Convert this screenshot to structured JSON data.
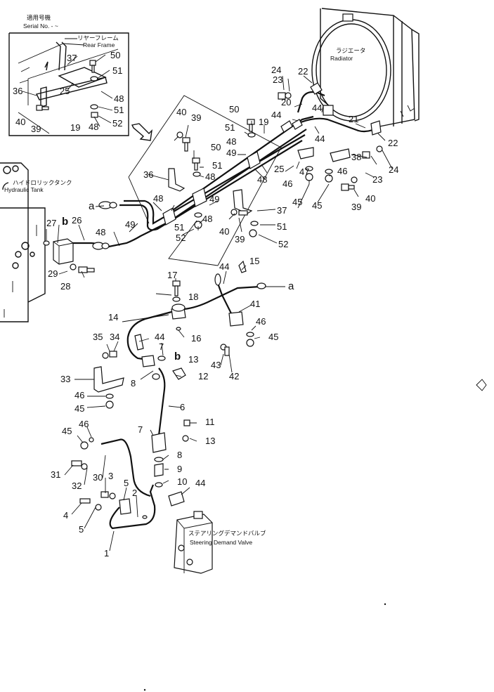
{
  "header": {
    "serial_jp": "適用号機",
    "serial_en": "Serial No. -  ~"
  },
  "labels": {
    "rear_frame_jp": "リヤーフレーム",
    "rear_frame_en": "Rear Frame",
    "radiator_jp": "ラジエータ",
    "radiator_en": "Radiator",
    "tank_jp": "ハイドロリックタンク",
    "tank_en": "Hydraulic Tank",
    "valve_jp": "ステアリングデマンドバルブ",
    "valve_en": "Steering Demand Valve"
  },
  "refs": {
    "a": "a",
    "b": "b"
  },
  "callouts": {
    "n1": "1",
    "n2": "2",
    "n3": "3",
    "n4": "4",
    "n5": "5",
    "n6": "6",
    "n7": "7",
    "n8": "8",
    "n9": "9",
    "n10": "10",
    "n11": "11",
    "n12": "12",
    "n13": "13",
    "n14": "14",
    "n15": "15",
    "n16": "16",
    "n17": "17",
    "n18": "18",
    "n19": "19",
    "n20": "20",
    "n21": "21",
    "n22": "22",
    "n23": "23",
    "n24": "24",
    "n25": "25",
    "n26": "26",
    "n27": "27",
    "n28": "28",
    "n29": "29",
    "n30": "30",
    "n31": "31",
    "n32": "32",
    "n33": "33",
    "n34": "34",
    "n35": "35",
    "n36": "36",
    "n37": "37",
    "n38": "38",
    "n39": "39",
    "n40": "40",
    "n41": "41",
    "n42": "42",
    "n43": "43",
    "n44": "44",
    "n45": "45",
    "n46": "46",
    "n47": "47",
    "n48": "48",
    "n49": "49",
    "n50": "50",
    "n51": "51",
    "n52": "52"
  }
}
